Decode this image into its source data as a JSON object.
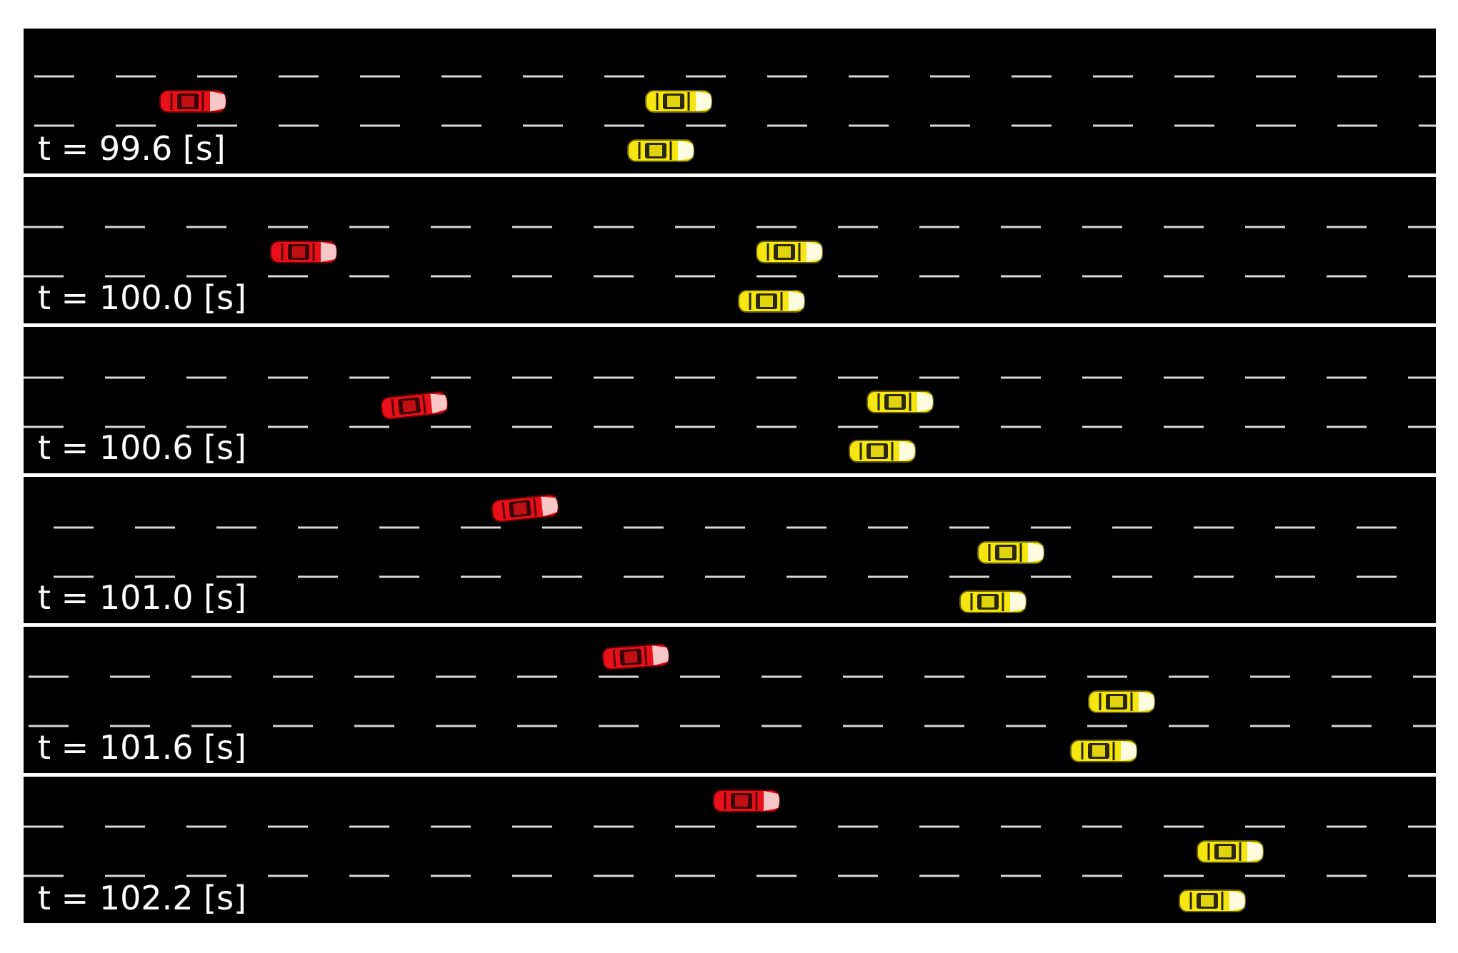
{
  "figure": {
    "colors": {
      "road": "#000000",
      "separator": "#ffffff",
      "lane_marking": "#d9d9d9",
      "ego_car": "#e8111b",
      "other_car": "#f5e612",
      "text": "#ffffff"
    },
    "frames": [
      {
        "label": "t = 99.6 [s]"
      },
      {
        "label": "t = 100.0 [s]"
      },
      {
        "label": "t = 100.6 [s]"
      },
      {
        "label": "t = 101.0 [s]"
      },
      {
        "label": "t = 101.6 [s]"
      },
      {
        "label": "t = 102.2 [s]"
      }
    ]
  }
}
